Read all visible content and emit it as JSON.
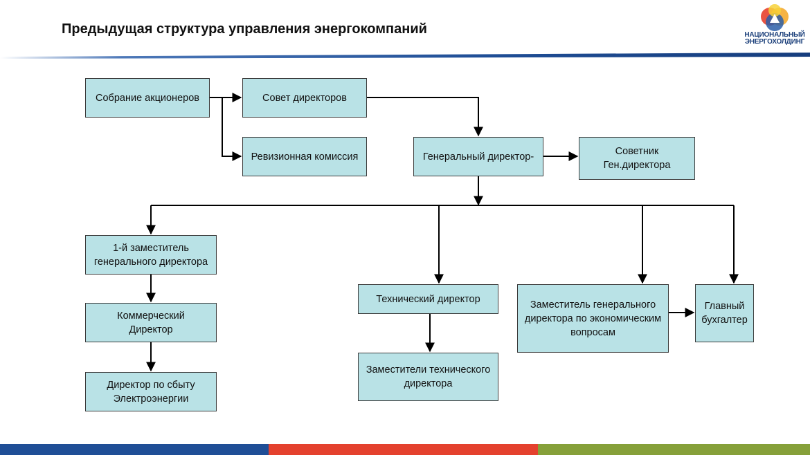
{
  "header": {
    "title": "Предыдущая структура управления энергокомпаний",
    "logo_line1": "НАЦИОНАЛЬНЫЙ",
    "logo_line2": "ЭНЕРГОХОЛДИНГ"
  },
  "nodes": {
    "shareholders": "Собрание акционеров",
    "board": "Совет директоров",
    "audit": "Ревизионная комиссия",
    "ceo": "Генеральный директор-",
    "advisor_l1": "Советник",
    "advisor_l2": "Ген.директора",
    "first_deputy_l1": "1-й заместитель",
    "first_deputy_l2": "генерального директора",
    "commercial_l1": "Коммерческий",
    "commercial_l2": "Директор",
    "sales_l1": "Директор по сбыту",
    "sales_l2": "Электроэнергии",
    "technical": "Технический директор",
    "tech_deputies_l1": "Заместители технического",
    "tech_deputies_l2": "директора",
    "econ_deputy_l1": "Заместитель генерального",
    "econ_deputy_l2": "директора по экономическим",
    "econ_deputy_l3": "вопросам",
    "accountant_l1": "Главный",
    "accountant_l2": "бухгалтер"
  },
  "colors": {
    "box_fill": "#b9e2e6",
    "header_blue": "#1f4e96",
    "footer_blue": "#1f4e96",
    "footer_red": "#e4412e",
    "footer_green": "#86a03a"
  }
}
